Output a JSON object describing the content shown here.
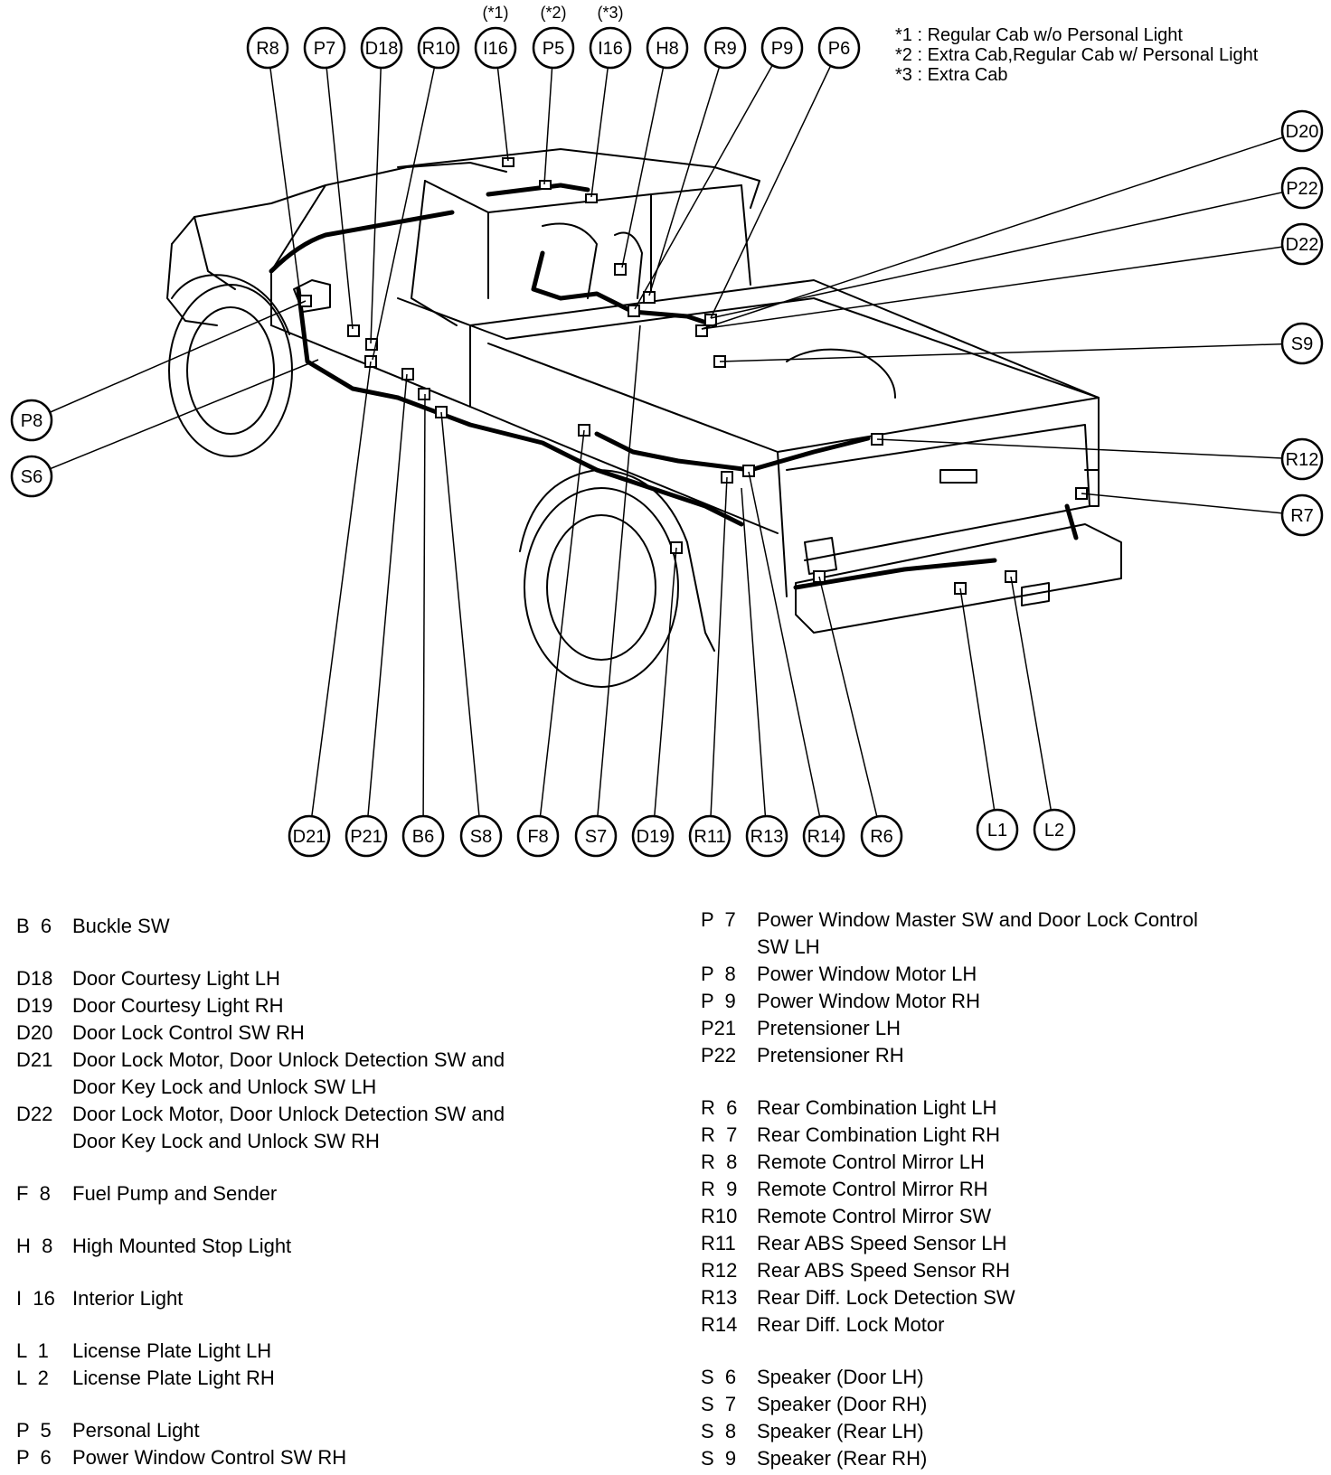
{
  "notes": [
    "*1 : Regular Cab w/o Personal Light",
    "*2 : Extra Cab,Regular Cab w/ Personal Light",
    "*3 : Extra Cab"
  ],
  "variant_marks": [
    "(*1)",
    "(*2)",
    "(*3)"
  ],
  "callouts_top": [
    "R8",
    "P7",
    "D18",
    "R10",
    "I16",
    "P5",
    "I16",
    "H8",
    "R9",
    "P9",
    "P6"
  ],
  "callouts_right": [
    "D20",
    "P22",
    "D22",
    "S9",
    "R12",
    "R7"
  ],
  "callouts_left": [
    "P8",
    "S6"
  ],
  "callouts_bottom": [
    "D21",
    "P21",
    "B6",
    "S8",
    "F8",
    "S7",
    "D19",
    "R11",
    "R13",
    "R14",
    "R6",
    "L1",
    "L2"
  ],
  "legend_left": [
    {
      "code": "B  6",
      "lines": [
        "Buckle SW"
      ]
    },
    {
      "code": "D18",
      "lines": [
        "Door Courtesy Light LH"
      ]
    },
    {
      "code": "D19",
      "lines": [
        "Door Courtesy Light RH"
      ]
    },
    {
      "code": "D20",
      "lines": [
        "Door Lock Control SW RH"
      ]
    },
    {
      "code": "D21",
      "lines": [
        "Door Lock Motor, Door Unlock Detection SW and",
        "Door Key Lock and Unlock SW LH"
      ]
    },
    {
      "code": "D22",
      "lines": [
        "Door Lock Motor, Door Unlock Detection SW and",
        "Door Key Lock and Unlock SW RH"
      ]
    },
    {
      "code": "F  8",
      "lines": [
        "Fuel Pump and Sender"
      ]
    },
    {
      "code": "H  8",
      "lines": [
        "High Mounted Stop Light"
      ]
    },
    {
      "code": "I  16",
      "lines": [
        "Interior Light"
      ]
    },
    {
      "code": "L  1",
      "lines": [
        "License Plate Light LH"
      ]
    },
    {
      "code": "L  2",
      "lines": [
        "License Plate Light RH"
      ]
    },
    {
      "code": "P  5",
      "lines": [
        "Personal Light"
      ]
    },
    {
      "code": "P  6",
      "lines": [
        "Power Window Control SW RH"
      ]
    }
  ],
  "legend_right": [
    {
      "code": "P  7",
      "lines": [
        "Power Window Master SW and Door Lock Control",
        "SW LH"
      ]
    },
    {
      "code": "P  8",
      "lines": [
        "Power Window Motor LH"
      ]
    },
    {
      "code": "P  9",
      "lines": [
        "Power Window Motor RH"
      ]
    },
    {
      "code": "P21",
      "lines": [
        "Pretensioner LH"
      ]
    },
    {
      "code": "P22",
      "lines": [
        "Pretensioner RH"
      ]
    },
    {
      "code": "R  6",
      "lines": [
        "Rear Combination Light LH"
      ]
    },
    {
      "code": "R  7",
      "lines": [
        "Rear Combination Light RH"
      ]
    },
    {
      "code": "R  8",
      "lines": [
        "Remote Control Mirror LH"
      ]
    },
    {
      "code": "R  9",
      "lines": [
        "Remote Control Mirror RH"
      ]
    },
    {
      "code": "R10",
      "lines": [
        "Remote Control Mirror SW"
      ]
    },
    {
      "code": "R11",
      "lines": [
        "Rear ABS Speed Sensor LH"
      ]
    },
    {
      "code": "R12",
      "lines": [
        "Rear ABS Speed Sensor RH"
      ]
    },
    {
      "code": "R13",
      "lines": [
        "Rear Diff. Lock Detection SW"
      ]
    },
    {
      "code": "R14",
      "lines": [
        "Rear Diff. Lock Motor"
      ]
    },
    {
      "code": "S  6",
      "lines": [
        "Speaker (Door LH)"
      ]
    },
    {
      "code": "S  7",
      "lines": [
        "Speaker (Door RH)"
      ]
    },
    {
      "code": "S  8",
      "lines": [
        "Speaker (Rear LH)"
      ]
    },
    {
      "code": "S  9",
      "lines": [
        "Speaker (Rear RH)"
      ]
    }
  ]
}
